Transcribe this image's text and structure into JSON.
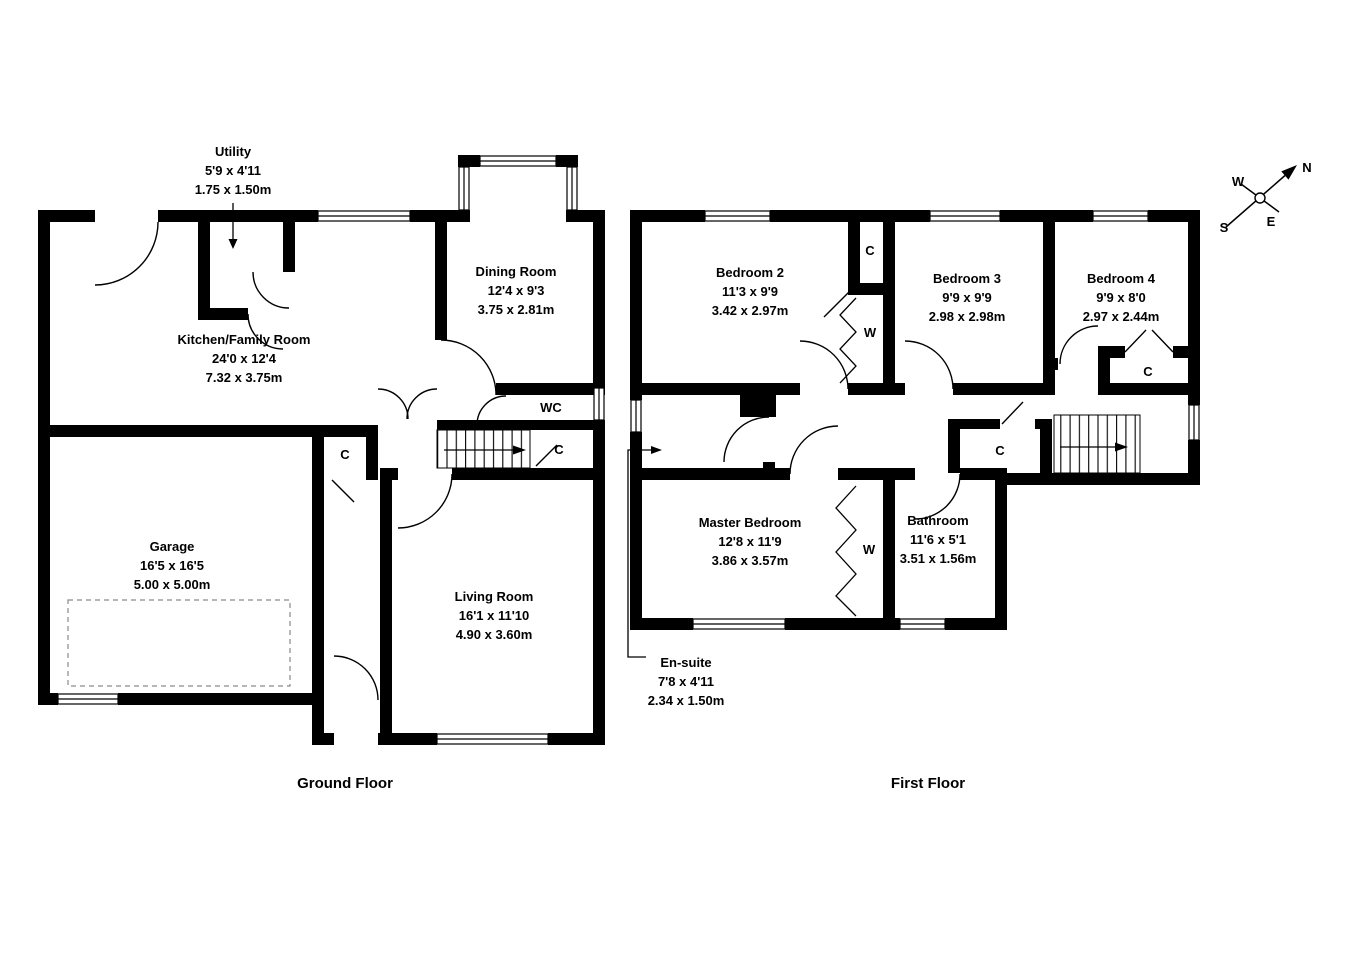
{
  "ground_floor": {
    "title": "Ground Floor",
    "rooms": {
      "utility": {
        "name": "Utility",
        "dims_imperial": "5'9 x 4'11",
        "dims_metric": "1.75 x 1.50m"
      },
      "kitchen_family": {
        "name": "Kitchen/Family Room",
        "dims_imperial": "24'0 x 12'4",
        "dims_metric": "7.32 x 3.75m"
      },
      "dining": {
        "name": "Dining Room",
        "dims_imperial": "12'4 x 9'3",
        "dims_metric": "3.75 x 2.81m"
      },
      "wc": {
        "name": "WC"
      },
      "garage": {
        "name": "Garage",
        "dims_imperial": "16'5 x 16'5",
        "dims_metric": "5.00 x 5.00m"
      },
      "living": {
        "name": "Living Room",
        "dims_imperial": "16'1 x 11'10",
        "dims_metric": "4.90 x 3.60m"
      },
      "closet_hall": {
        "name": "C"
      },
      "closet_landing": {
        "name": "C"
      }
    }
  },
  "first_floor": {
    "title": "First Floor",
    "rooms": {
      "bedroom2": {
        "name": "Bedroom 2",
        "dims_imperial": "11'3 x 9'9",
        "dims_metric": "3.42 x 2.97m"
      },
      "bedroom3": {
        "name": "Bedroom 3",
        "dims_imperial": "9'9 x 9'9",
        "dims_metric": "2.98 x 2.98m"
      },
      "bedroom4": {
        "name": "Bedroom 4",
        "dims_imperial": "9'9 x 8'0",
        "dims_metric": "2.97 x 2.44m"
      },
      "master": {
        "name": "Master Bedroom",
        "dims_imperial": "12'8 x 11'9",
        "dims_metric": "3.86 x 3.57m"
      },
      "bathroom": {
        "name": "Bathroom",
        "dims_imperial": "11'6 x 5'1",
        "dims_metric": "3.51 x 1.56m"
      },
      "ensuite": {
        "name": "En-suite",
        "dims_imperial": "7'8 x 4'11",
        "dims_metric": "2.34 x 1.50m"
      },
      "closet_top": {
        "name": "C"
      },
      "closet_bedroom4": {
        "name": "C"
      },
      "closet_hall": {
        "name": "C"
      },
      "wardrobe_bedroom2": {
        "name": "W"
      },
      "wardrobe_master": {
        "name": "W"
      }
    }
  },
  "compass": {
    "north": "N",
    "east": "E",
    "south": "S",
    "west": "W"
  },
  "colors": {
    "walls": "#000000",
    "background": "#ffffff",
    "lines": "#000000",
    "parking_dash": "#8a8a8a"
  }
}
